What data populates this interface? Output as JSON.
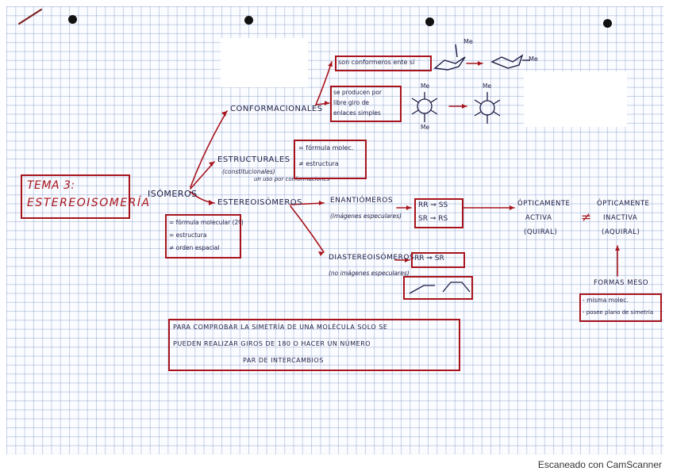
{
  "title": {
    "line1": "TEMA 3:",
    "line2": "ESTEREOISOMERÍA"
  },
  "root": "ISÓMEROS",
  "isomer_props": {
    "l1": "= fórmula molecular (2º)",
    "l2": "= estructura",
    "l3": "≠ orden espacial"
  },
  "branches": {
    "conformacionales": "CONFORMACIONALES",
    "estructurales": {
      "label": "ESTRUCTURALES",
      "sub": "(constitucionales)",
      "note": "un uso por conformaciones"
    },
    "estereoisomeros": "ESTEREOISÓMEROS"
  },
  "conf_boxes": {
    "box1": "son conformeros ente sí",
    "box2": {
      "l1": "se producen por",
      "l2": "libre giro de",
      "l3": "enlaces simples"
    },
    "me": "Me"
  },
  "struct_box": {
    "l1": "= fórmula molec.",
    "l2": "≠ estructura"
  },
  "enantiomeros": {
    "label": "ENANTIÓMEROS",
    "sub": "(imágenes especulares)",
    "r1": "RR ⇒ SS",
    "r2": "SR ⇒ RS"
  },
  "diastereoisomeros": {
    "label": "DIASTEREOISÓMEROS",
    "sub": "(no imágenes especulares)",
    "r1": "RR ⇒ SR"
  },
  "optical": {
    "active": {
      "l1": "ÓPTICAMENTE",
      "l2": "ACTIVA",
      "l3": "(QUIRAL)"
    },
    "neq": "≠",
    "inactive": {
      "l1": "ÓPTICAMENTE",
      "l2": "INACTIVA",
      "l3": "(AQUIRAL)"
    },
    "meso": {
      "label": "FORMAS MESO",
      "l1": "- misma molec.",
      "l2": "- posee plano de simetría"
    }
  },
  "bottom_note": {
    "l1": "PARA COMPROBAR LA SIMETRÍA DE UNA MOLÉCULA SOLO SE",
    "l2": "PUEDEN REALIZAR GIROS DE 180 O HACER UN NÚMERO",
    "l3": "PAR DE INTERCAMBIOS"
  },
  "footer": "Escaneado con CamScanner"
}
